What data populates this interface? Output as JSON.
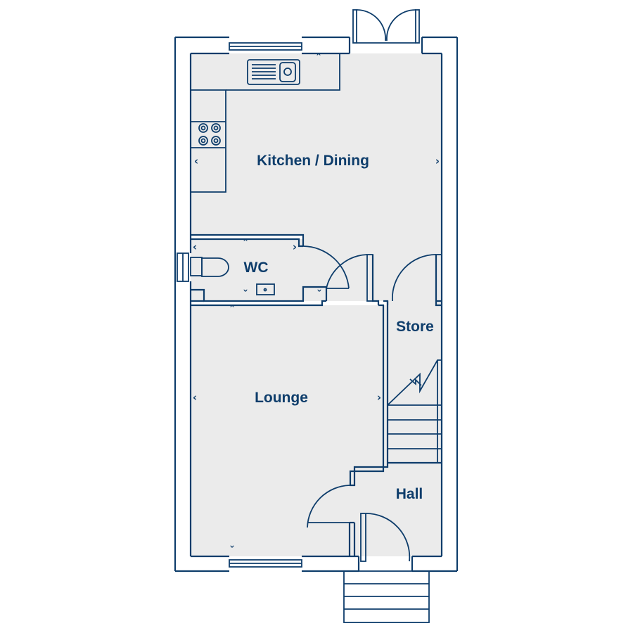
{
  "rooms": {
    "kitchen": "Kitchen / Dining",
    "wc": "WC",
    "store": "Store",
    "lounge": "Lounge",
    "hall": "Hall"
  },
  "colors": {
    "line": "#0e3d6b",
    "floor": "#ebebeb",
    "background": "#ffffff"
  },
  "icons": [
    "sink-icon",
    "hob-icon",
    "toilet-icon",
    "basin-icon",
    "dimension-arrow-icon"
  ]
}
